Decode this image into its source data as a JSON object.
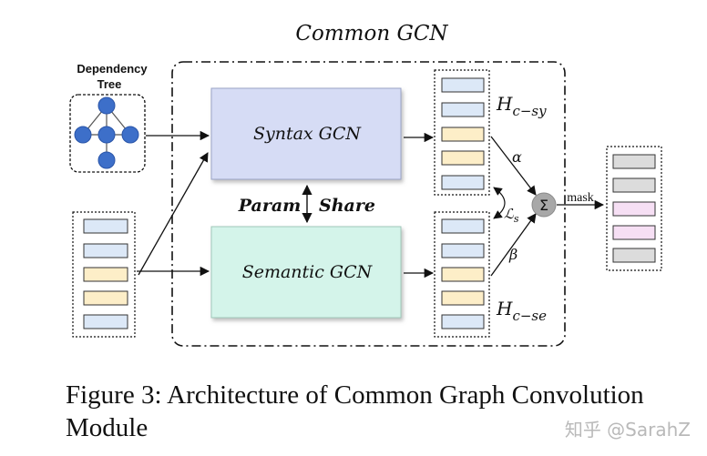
{
  "title": "Common GCN",
  "dependency_tree_label_line1": "Dependency",
  "dependency_tree_label_line2": "Tree",
  "syntax_gcn_label": "Syntax GCN",
  "semantic_gcn_label": "Semantic GCN",
  "param_label": "Param",
  "share_label": "Share",
  "h_syntax_label": "H",
  "h_syntax_subscript": "c−sy",
  "h_semantic_label": "H",
  "h_semantic_subscript": "c−se",
  "alpha_label": "α",
  "beta_label": "β",
  "loss_label": "ℒ",
  "loss_subscript": "s",
  "sum_symbol": "Σ",
  "mask_label": "mask",
  "caption_line1": "Figure 3: Architecture of Common Graph Convolution",
  "caption_line2": "Module",
  "watermark": "知乎 @SarahZ",
  "colors": {
    "blue_cell": "#dce8f7",
    "yellow_cell": "#fdeec8",
    "pink_cell": "#f6dff4",
    "gray_cell": "#dcdcdc",
    "syntax_box": "#d6dcf5",
    "semantic_box": "#d4f4ea",
    "tree_node": "#3d6fc9",
    "sum_circle": "#a8a8a8"
  }
}
